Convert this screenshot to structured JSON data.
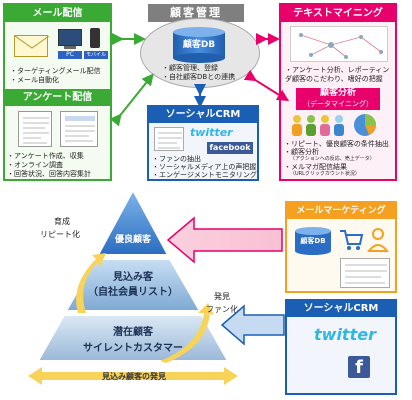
{
  "mail": {
    "title": "メール配信",
    "pc_label": "PC",
    "mobile_label": "モバイル",
    "bullets": [
      "・ターゲティングメール配信",
      "・メール自動化"
    ]
  },
  "survey": {
    "title": "アンケート配信",
    "bullets": [
      "・アンケート作成、収集",
      "・オンライン調査",
      "・回答状況、回答内容集計"
    ]
  },
  "crm": {
    "title": "顧客管理",
    "db_label": "顧客DB",
    "bullets": [
      "・顧客管理、登録",
      "・自社顧客DBとの連携"
    ]
  },
  "social": {
    "title": "ソーシャルCRM",
    "twitter": "twitter",
    "facebook": "facebook",
    "bullets": [
      "・ファンの抽出",
      "・ソーシャルメディア上の声把握",
      "・エンゲージメントモニタリング"
    ]
  },
  "text_mining": {
    "title": "テキストマイニング",
    "bullets": [
      "・アンケート分析、レポーティング",
      "・顧客のこだわり、嗜好の把握"
    ]
  },
  "analysis": {
    "title": "顧客分析",
    "subtitle": "（データマイニング）",
    "bullets": [
      "・リピート、優良顧客の条件抽出",
      "・顧客分析"
    ],
    "sub1": "（アクションへの反応、売上データ）",
    "bullet3": "・メルマガ配信結果",
    "sub2": "（URLクリックカウント状況）"
  },
  "pyramid": {
    "top": "優良顧客",
    "middle_1": "見込み客",
    "middle_2": "（自社会員リスト）",
    "bottom_1": "潜在顧客",
    "bottom_2": "サイレントカスタマー",
    "grow_1": "育成",
    "grow_2": "リピート化",
    "discover_1": "発見",
    "discover_2": "ファン化",
    "footer": "見込み顧客の発見"
  },
  "mail_marketing": {
    "title": "メールマーケティング",
    "db_label": "顧客DB"
  },
  "social2": {
    "title": "ソーシャルCRM",
    "twitter": "twitter"
  },
  "colors": {
    "green": "#3aaa35",
    "pink": "#e8006b",
    "blue": "#1a5fb4",
    "orange": "#f5a020",
    "gray": "#7f7f7f"
  }
}
